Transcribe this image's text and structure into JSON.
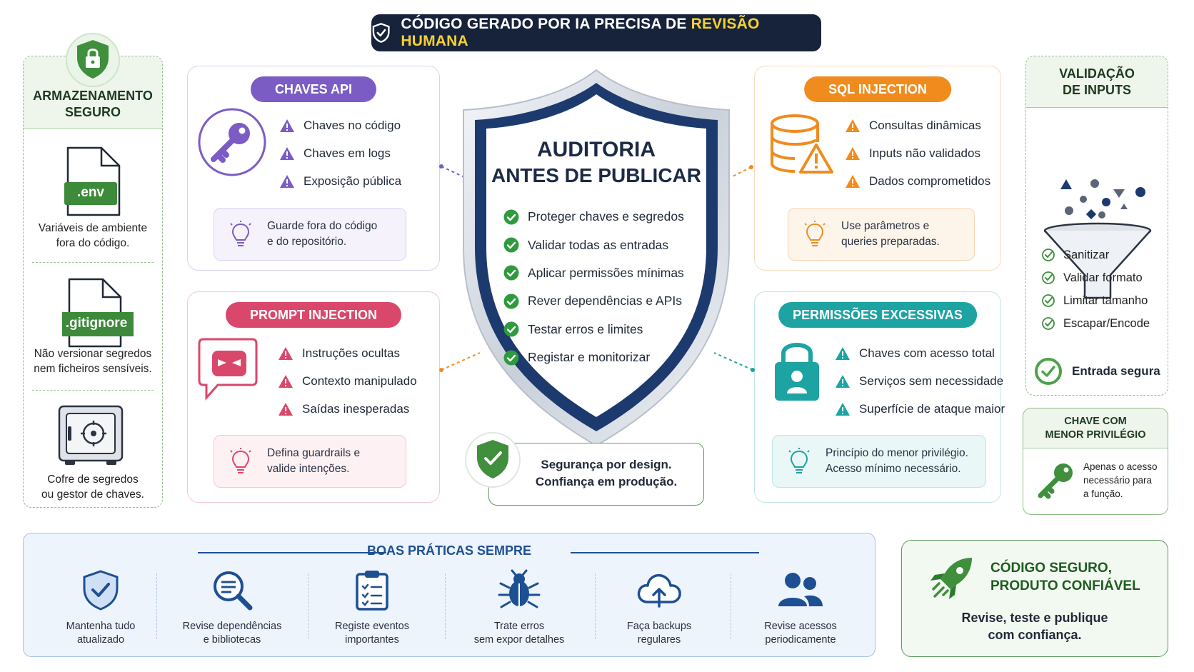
{
  "banner": {
    "part1": "CÓDIGO GERADO POR IA PRECISA DE ",
    "part2": "REVISÃO HUMANA",
    "icon": "shield-check-icon"
  },
  "storage": {
    "title_l1": "ARMAZENAMENTO",
    "title_l2": "SEGURO",
    "file_env_label": ".env",
    "env_caption_l1": "Variáveis de ambiente",
    "env_caption_l2": "fora do código.",
    "file_gitignore_label": ".gitignore",
    "gitignore_caption_l1": "Não versionar segredos",
    "gitignore_caption_l2": "nem ficheiros sensíveis.",
    "vault_caption_l1": "Cofre de segredos",
    "vault_caption_l2": "ou gestor de chaves."
  },
  "api_keys": {
    "title": "CHAVES API",
    "items": [
      "Chaves no código",
      "Chaves em logs",
      "Exposição pública"
    ],
    "tip": "Guarde fora do código\ne do repositório.",
    "color": "#7b5cc4"
  },
  "prompt_injection": {
    "title": "PROMPT INJECTION",
    "items": [
      "Instruções ocultas",
      "Contexto manipulado",
      "Saídas inesperadas"
    ],
    "tip": "Defina guardrails e\nvalide intenções.",
    "color": "#d9486a"
  },
  "sql_injection": {
    "title": "SQL INJECTION",
    "items": [
      "Consultas dinâmicas",
      "Inputs não validados",
      "Dados comprometidos"
    ],
    "tip": "Use parâmetros e\nqueries preparadas.",
    "color": "#f08c1e"
  },
  "permissions": {
    "title": "PERMISSÕES EXCESSIVAS",
    "items": [
      "Chaves com acesso total",
      "Serviços sem necessidade",
      "Superfície de ataque maior"
    ],
    "tip": "Princípio do menor privilégio.\nAcesso mínimo necessário.",
    "color": "#1ea3a3"
  },
  "audit": {
    "title_l1": "AUDITORIA",
    "title_l2": "ANTES DE PUBLICAR",
    "items": [
      "Proteger chaves e segredos",
      "Validar todas as entradas",
      "Aplicar permissões mínimas",
      "Rever dependências e APIs",
      "Testar erros e limites",
      "Registar e monitorizar"
    ],
    "badge_l1": "Segurança por design.",
    "badge_l2": "Confiança em produção."
  },
  "input_validation": {
    "title_l1": "VALIDAÇÃO",
    "title_l2": "DE INPUTS",
    "checks": [
      "Sanitizar",
      "Validar formato",
      "Limitar tamanho",
      "Escapar/Encode"
    ],
    "result": "Entrada segura"
  },
  "least_privilege": {
    "title_l1": "CHAVE COM",
    "title_l2": "MENOR PRIVILÉGIO",
    "text_l1": "Apenas o acesso",
    "text_l2": "necessário para",
    "text_l3": "a função."
  },
  "practices": {
    "title": "BOAS PRÁTICAS SEMPRE",
    "items": [
      {
        "icon": "shield-check-icon",
        "l1": "Mantenha tudo",
        "l2": "atualizado"
      },
      {
        "icon": "magnifier-icon",
        "l1": "Revise dependências",
        "l2": "e bibliotecas"
      },
      {
        "icon": "clipboard-icon",
        "l1": "Registe eventos",
        "l2": "importantes"
      },
      {
        "icon": "bug-icon",
        "l1": "Trate erros",
        "l2": "sem expor detalhes"
      },
      {
        "icon": "cloud-upload-icon",
        "l1": "Faça backups",
        "l2": "regulares"
      },
      {
        "icon": "users-icon",
        "l1": "Revise acessos",
        "l2": "periodicamente"
      }
    ]
  },
  "final": {
    "title_l1": "CÓDIGO SEGURO,",
    "title_l2": "PRODUTO CONFIÁVEL",
    "text_l1": "Revise, teste e publique",
    "text_l2": "com confiança."
  }
}
